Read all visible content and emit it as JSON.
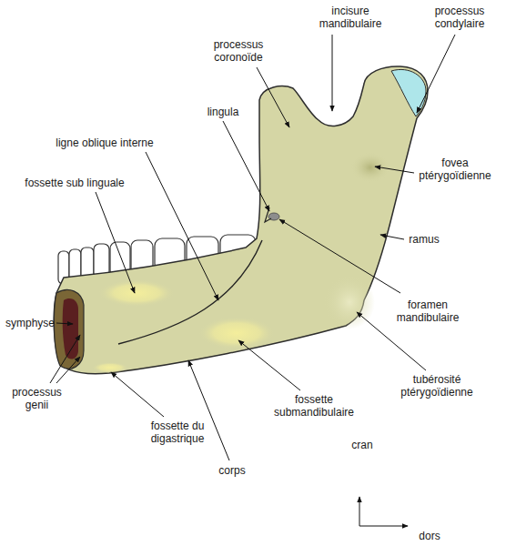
{
  "diagram": {
    "labels": [
      "incisure mandibulaire",
      "processus coronoïde",
      "processus condylaire",
      "lingula",
      "ligne oblique interne",
      "fossette sub linguale",
      "fovea ptérygoïdienne",
      "ramus",
      "foramen mandibulaire",
      "symphyse",
      "processus genii",
      "tubérosité ptérygoïdienne",
      "fossette submandibulaire",
      "fossette du digastrique",
      "corps",
      "cran",
      "dors"
    ]
  }
}
